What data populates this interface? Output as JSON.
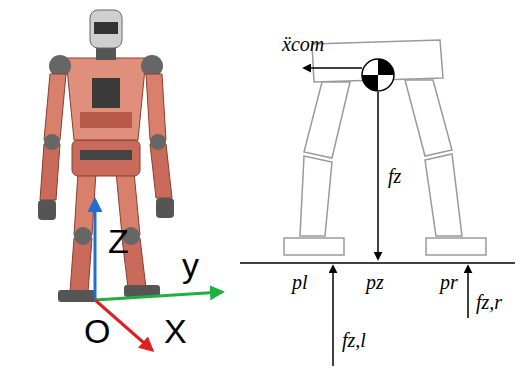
{
  "diagram": {
    "labels": [
      "Z",
      "y",
      "O",
      "X",
      "ẍcom",
      "fz",
      "pl",
      "pz",
      "pr",
      "fz,r",
      "fz,l"
    ]
  }
}
